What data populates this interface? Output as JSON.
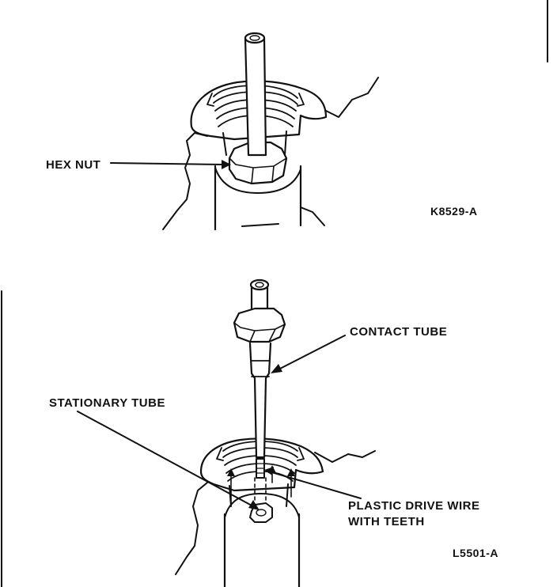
{
  "figure_top": {
    "callout_hex_nut": "HEX NUT",
    "code": "K8529-A"
  },
  "figure_bottom": {
    "callout_contact_tube": "CONTACT TUBE",
    "callout_stationary_tube": "STATIONARY TUBE",
    "callout_drive_wire_line1": "PLASTIC DRIVE WIRE",
    "callout_drive_wire_line2": "WITH TEETH",
    "code": "L5501-A"
  },
  "colors": {
    "ink": "#111111",
    "paper": "#ffffff"
  }
}
